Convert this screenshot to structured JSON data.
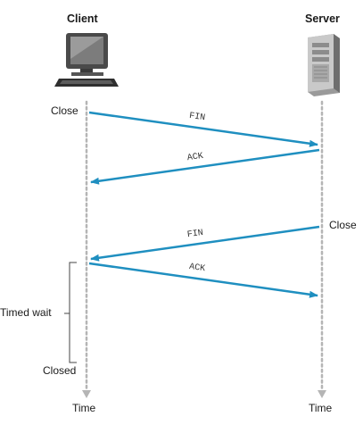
{
  "headers": {
    "client": "Client",
    "server": "Server"
  },
  "client_events": {
    "close": "Close",
    "timed_wait": "Timed wait",
    "closed": "Closed"
  },
  "server_events": {
    "close": "Close"
  },
  "axis": {
    "client_time": "Time",
    "server_time": "Time"
  },
  "messages": {
    "fin_1": "FIN",
    "ack_1": "ACK",
    "fin_2": "FIN",
    "ack_2": "ACK"
  },
  "colors": {
    "arrow": "#1f8fc0",
    "timeline": "#b5b5b5"
  }
}
